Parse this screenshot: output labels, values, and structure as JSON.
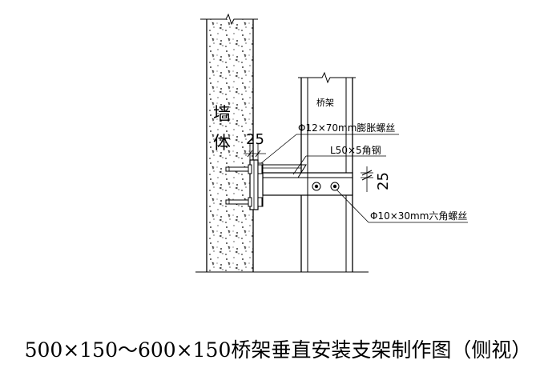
{
  "caption": "500×150～600×150桥架垂直安装支架制作图（侧视）",
  "labels": {
    "wall": "墙",
    "wall2": "体",
    "tray": "桥架",
    "dim_top": "25",
    "dim_right": "25",
    "anchor_bolt": "Φ12×70mm膨胀螺丝",
    "angle_steel": "L50×5角钢",
    "hex_bolt": "Φ10×30mm六角螺丝"
  }
}
